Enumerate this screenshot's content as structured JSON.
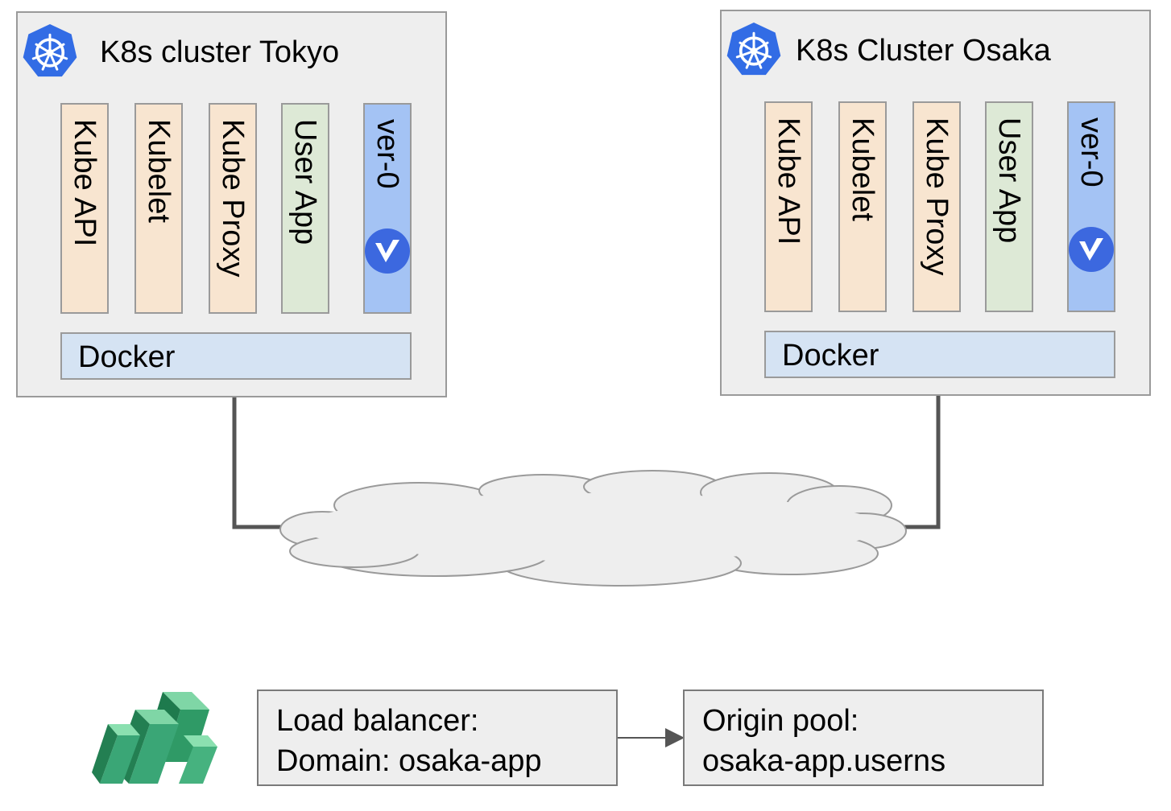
{
  "clusters": [
    {
      "title": "K8s cluster Tokyo",
      "components": [
        "Kube API",
        "Kubelet",
        "Kube Proxy",
        "User App",
        "ver-0"
      ],
      "runtime": "Docker"
    },
    {
      "title": "K8s Cluster Osaka",
      "components": [
        "Kube API",
        "Kubelet",
        "Kube Proxy",
        "User App",
        "ver-0"
      ],
      "runtime": "Docker"
    }
  ],
  "load_balancer": {
    "line1": "Load balancer:",
    "line2": "Domain: osaka-app"
  },
  "origin_pool": {
    "line1": "Origin pool:",
    "line2": "osaka-app.userns"
  },
  "icons": {
    "cluster_icon": "kubernetes-icon",
    "agent_icon": "volterra-v-icon",
    "brand_icon": "green-bars-logo-icon"
  },
  "colors": {
    "cluster_bg": "#eeeeee",
    "core_component": "#f8e5d0",
    "user_app": "#dde9d6",
    "agent": "#a4c3f4",
    "docker": "#d5e3f3",
    "k8s_blue": "#326ce5",
    "logo_green": "#3aa676"
  }
}
